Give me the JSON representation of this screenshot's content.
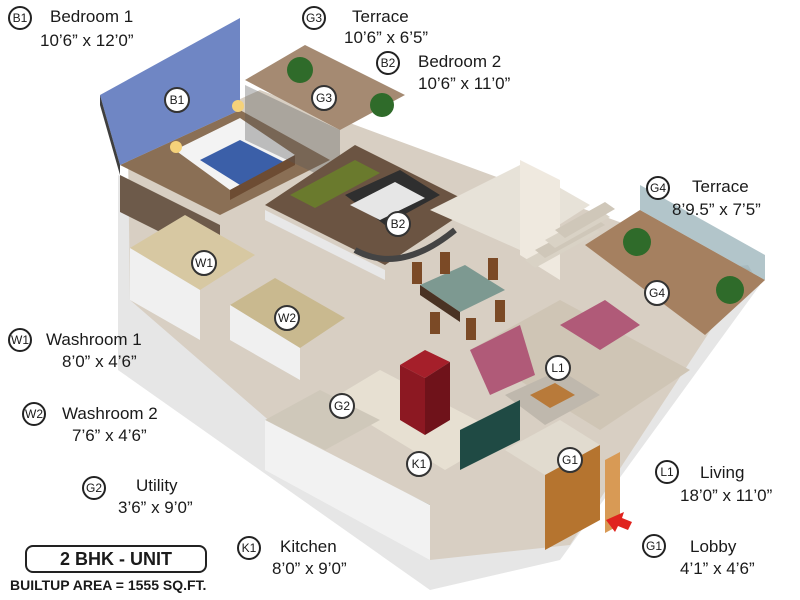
{
  "rooms": {
    "b1": {
      "code": "B1",
      "name": "Bedroom 1",
      "dims": "10’6” x 12’0”"
    },
    "g3": {
      "code": "G3",
      "name": "Terrace",
      "dims": "10’6” x 6’5”"
    },
    "b2": {
      "code": "B2",
      "name": "Bedroom 2",
      "dims": "10’6” x 11’0”"
    },
    "g4": {
      "code": "G4",
      "name": "Terrace",
      "dims": "8’9.5” x 7’5”"
    },
    "w1": {
      "code": "W1",
      "name": "Washroom 1",
      "dims": "8’0” x 4’6”"
    },
    "w2": {
      "code": "W2",
      "name": "Washroom 2",
      "dims": "7’6” x 4’6”"
    },
    "g2": {
      "code": "G2",
      "name": "Utility",
      "dims": "3’6” x 9’0”"
    },
    "k1": {
      "code": "K1",
      "name": "Kitchen",
      "dims": "8’0” x 9’0”"
    },
    "l1": {
      "code": "L1",
      "name": "Living",
      "dims": "18’0” x 11’0”"
    },
    "g1": {
      "code": "G1",
      "name": "Lobby",
      "dims": "4’1” x 4’6”"
    }
  },
  "unit_label": "2 BHK - UNIT",
  "builtup_area": "BUILTUP AREA = 1555 SQ.FT."
}
